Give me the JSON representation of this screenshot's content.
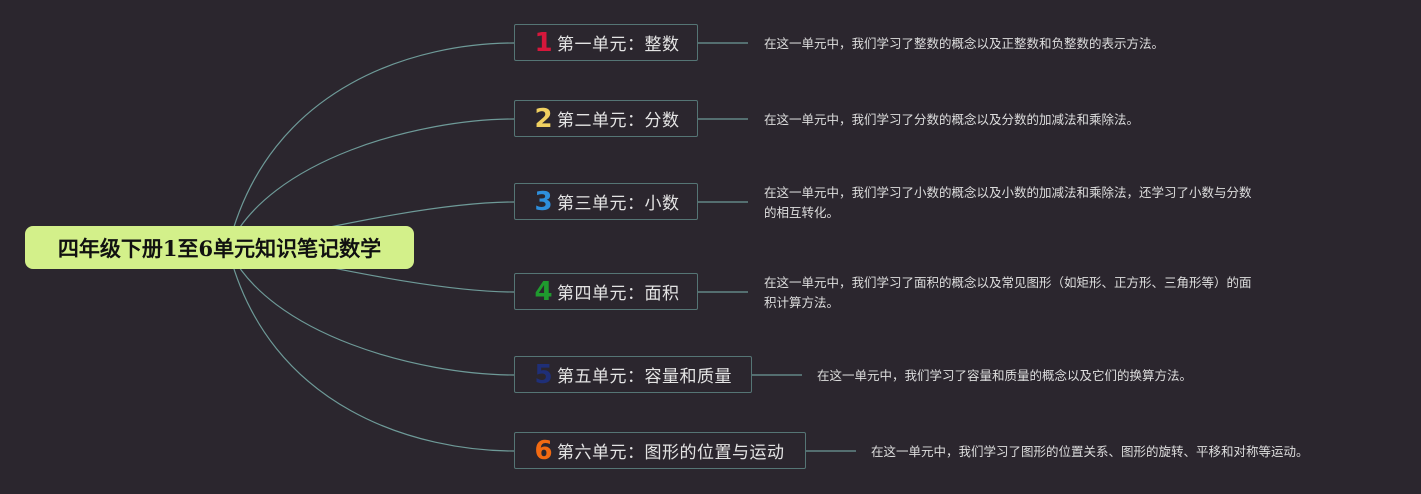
{
  "root": {
    "title": "四年级下册1至6单元知识笔记数学"
  },
  "colors": {
    "background": "#2b262e",
    "root_fill": "#d3f08a",
    "node_border": "#557575",
    "connector": "#6e9a98"
  },
  "units": [
    {
      "number": "1",
      "number_color": "#d6173b",
      "label": "第一单元：整数",
      "note": "在这一单元中，我们学习了整数的概念以及正整数和负整数的表示方法。"
    },
    {
      "number": "2",
      "number_color": "#f0d060",
      "label": "第二单元：分数",
      "note": "在这一单元中，我们学习了分数的概念以及分数的加减法和乘除法。"
    },
    {
      "number": "3",
      "number_color": "#2e8fdc",
      "label": "第三单元：小数",
      "note": "在这一单元中，我们学习了小数的概念以及小数的加减法和乘除法，还学习了小数与分数的相互转化。"
    },
    {
      "number": "4",
      "number_color": "#1f9a2e",
      "label": "第四单元：面积",
      "note": "在这一单元中，我们学习了面积的概念以及常见图形（如矩形、正方形、三角形等）的面积计算方法。"
    },
    {
      "number": "5",
      "number_color": "#1f2f78",
      "label": "第五单元：容量和质量",
      "note": "在这一单元中，我们学习了容量和质量的概念以及它们的换算方法。"
    },
    {
      "number": "6",
      "number_color": "#f26a12",
      "label": "第六单元：图形的位置与运动",
      "note": "在这一单元中，我们学习了图形的位置关系、图形的旋转、平移和对称等运动。"
    }
  ]
}
